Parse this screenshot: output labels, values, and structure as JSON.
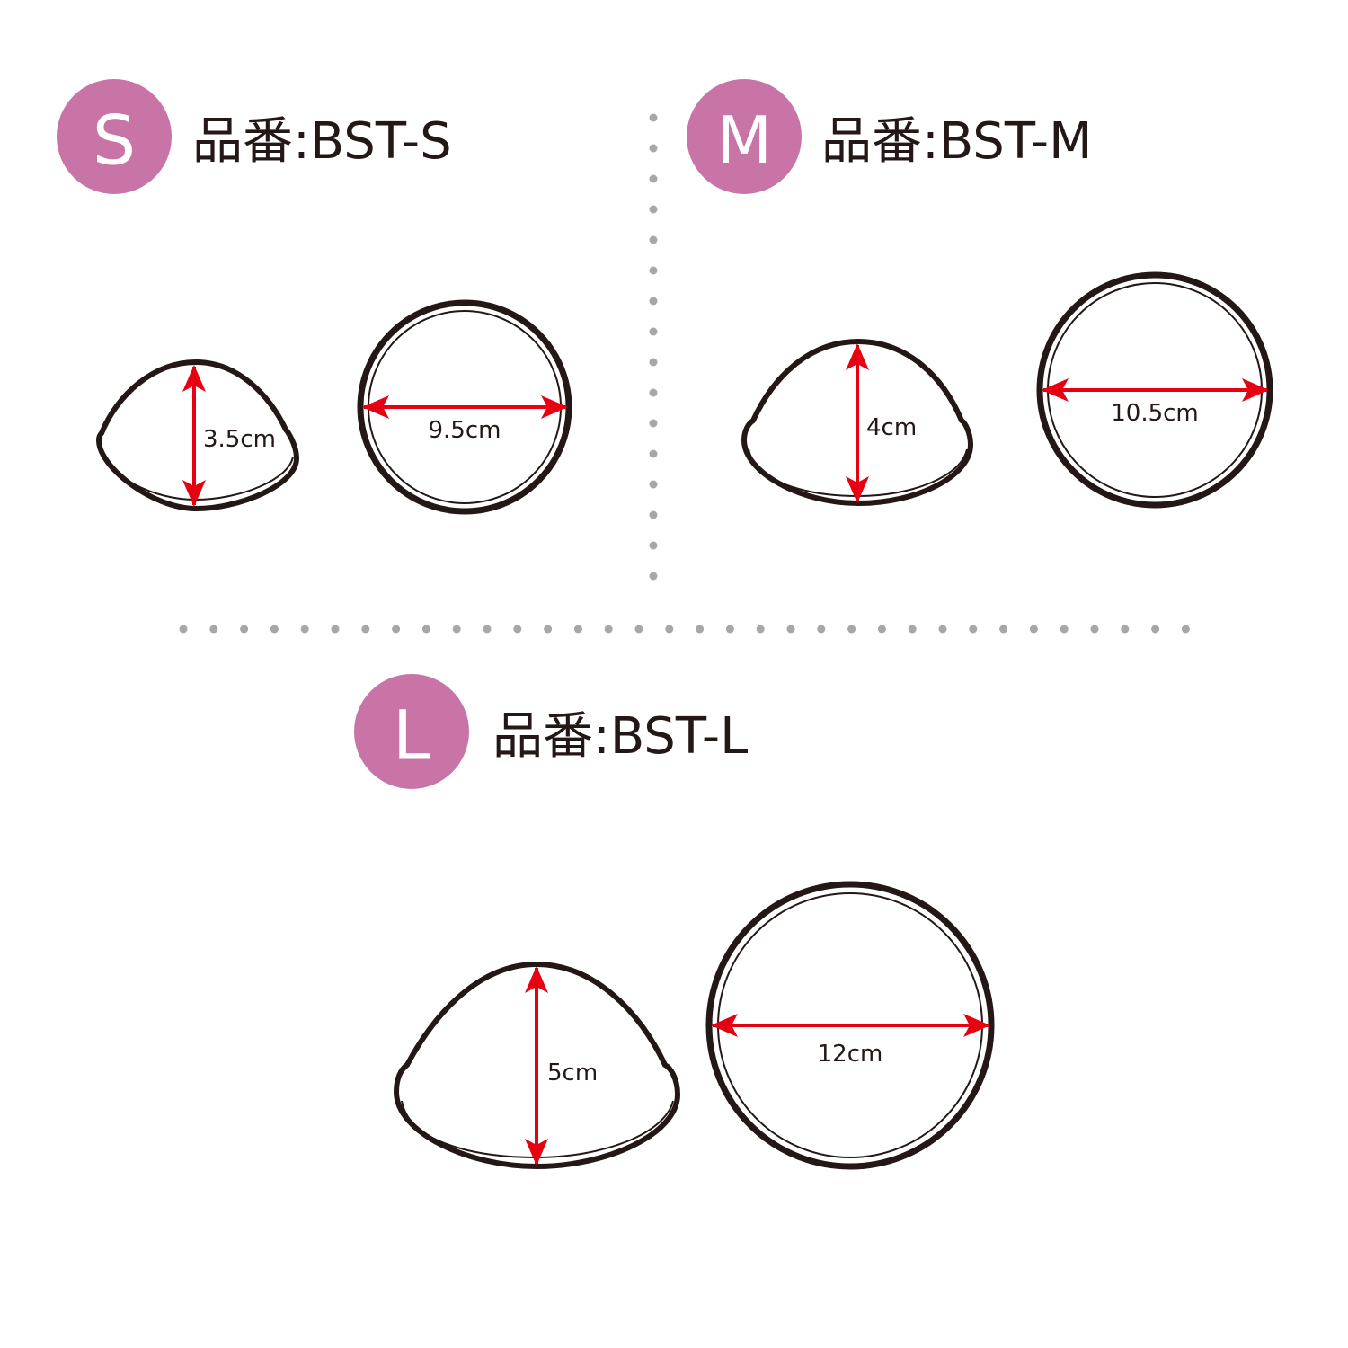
{
  "colors": {
    "badge": "#c974a7",
    "outline": "#231815",
    "arrow": "#e60012",
    "divider": "#a7a7a7"
  },
  "sizes": [
    {
      "id": "s",
      "badge_letter": "S",
      "title": "品番:BST-S",
      "height_label": "3.5cm",
      "diameter_label": "9.5cm"
    },
    {
      "id": "m",
      "badge_letter": "M",
      "title": "品番:BST-M",
      "height_label": "4cm",
      "diameter_label": "10.5cm"
    },
    {
      "id": "l",
      "badge_letter": "L",
      "title": "品番:BST-L",
      "height_label": "5cm",
      "diameter_label": "12cm"
    }
  ]
}
